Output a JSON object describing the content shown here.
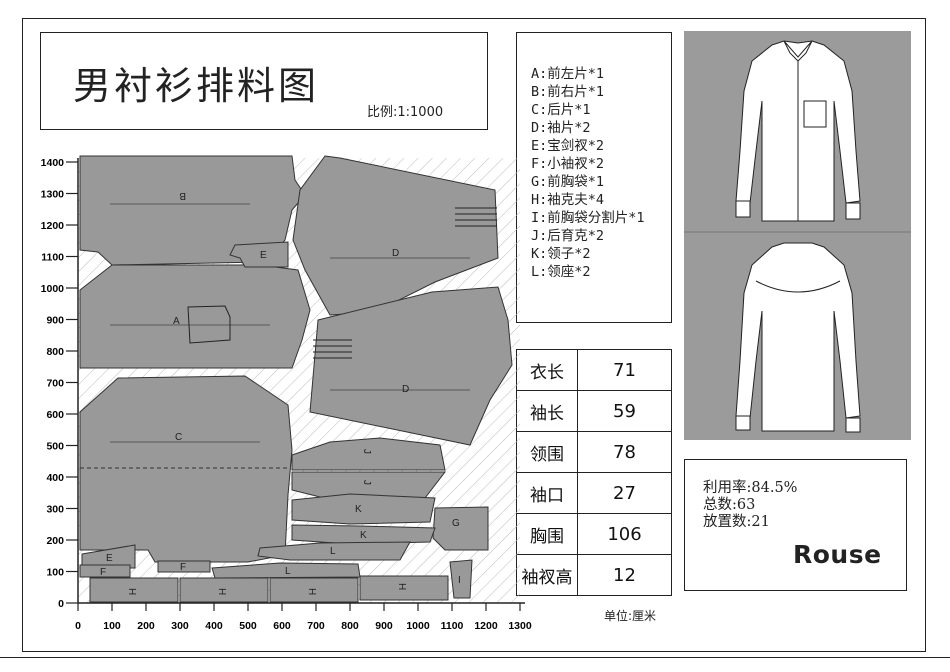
{
  "header": {
    "title": "男衬衫排料图",
    "scale": "比例:1:1000"
  },
  "legend": [
    "A:前左片*1",
    "B:前右片*1",
    "C:后片*1",
    "D:袖片*2",
    "E:宝剑衩*2",
    "F:小袖衩*2",
    "G:前胸袋*1",
    "H:袖克夫*4",
    "I:前胸袋分割片*1",
    "J:后育克*2",
    "K:领子*2",
    "L:领座*2"
  ],
  "measurements": [
    {
      "label": "衣长",
      "value": "71"
    },
    {
      "label": "袖长",
      "value": "59"
    },
    {
      "label": "领围",
      "value": "78"
    },
    {
      "label": "袖口",
      "value": "27"
    },
    {
      "label": "胸围",
      "value": "106"
    },
    {
      "label": "袖衩高",
      "value": "12"
    }
  ],
  "unit_note": "单位:厘米",
  "stats": {
    "utilization": "利用率:84.5%",
    "total": "总数:63",
    "placed": "放置数:21"
  },
  "brand": "Rouse",
  "marker": {
    "x_ticks": [
      "0",
      "100",
      "200",
      "300",
      "400",
      "500",
      "600",
      "700",
      "800",
      "900",
      "1000",
      "1100",
      "1200",
      "1300"
    ],
    "y_ticks": [
      "0",
      "100",
      "200",
      "300",
      "400",
      "500",
      "600",
      "700",
      "800",
      "900",
      "1000",
      "1100",
      "1200",
      "1300",
      "1400"
    ],
    "piece_labels": [
      "B",
      "A",
      "C",
      "D",
      "D",
      "E",
      "E",
      "F",
      "F",
      "G",
      "J",
      "J",
      "K",
      "K",
      "L",
      "L",
      "H",
      "H",
      "H",
      "H",
      "I"
    ]
  },
  "colors": {
    "piece_fill": "#999999",
    "panel_bg": "#9b9b9b",
    "ink": "#222222"
  }
}
